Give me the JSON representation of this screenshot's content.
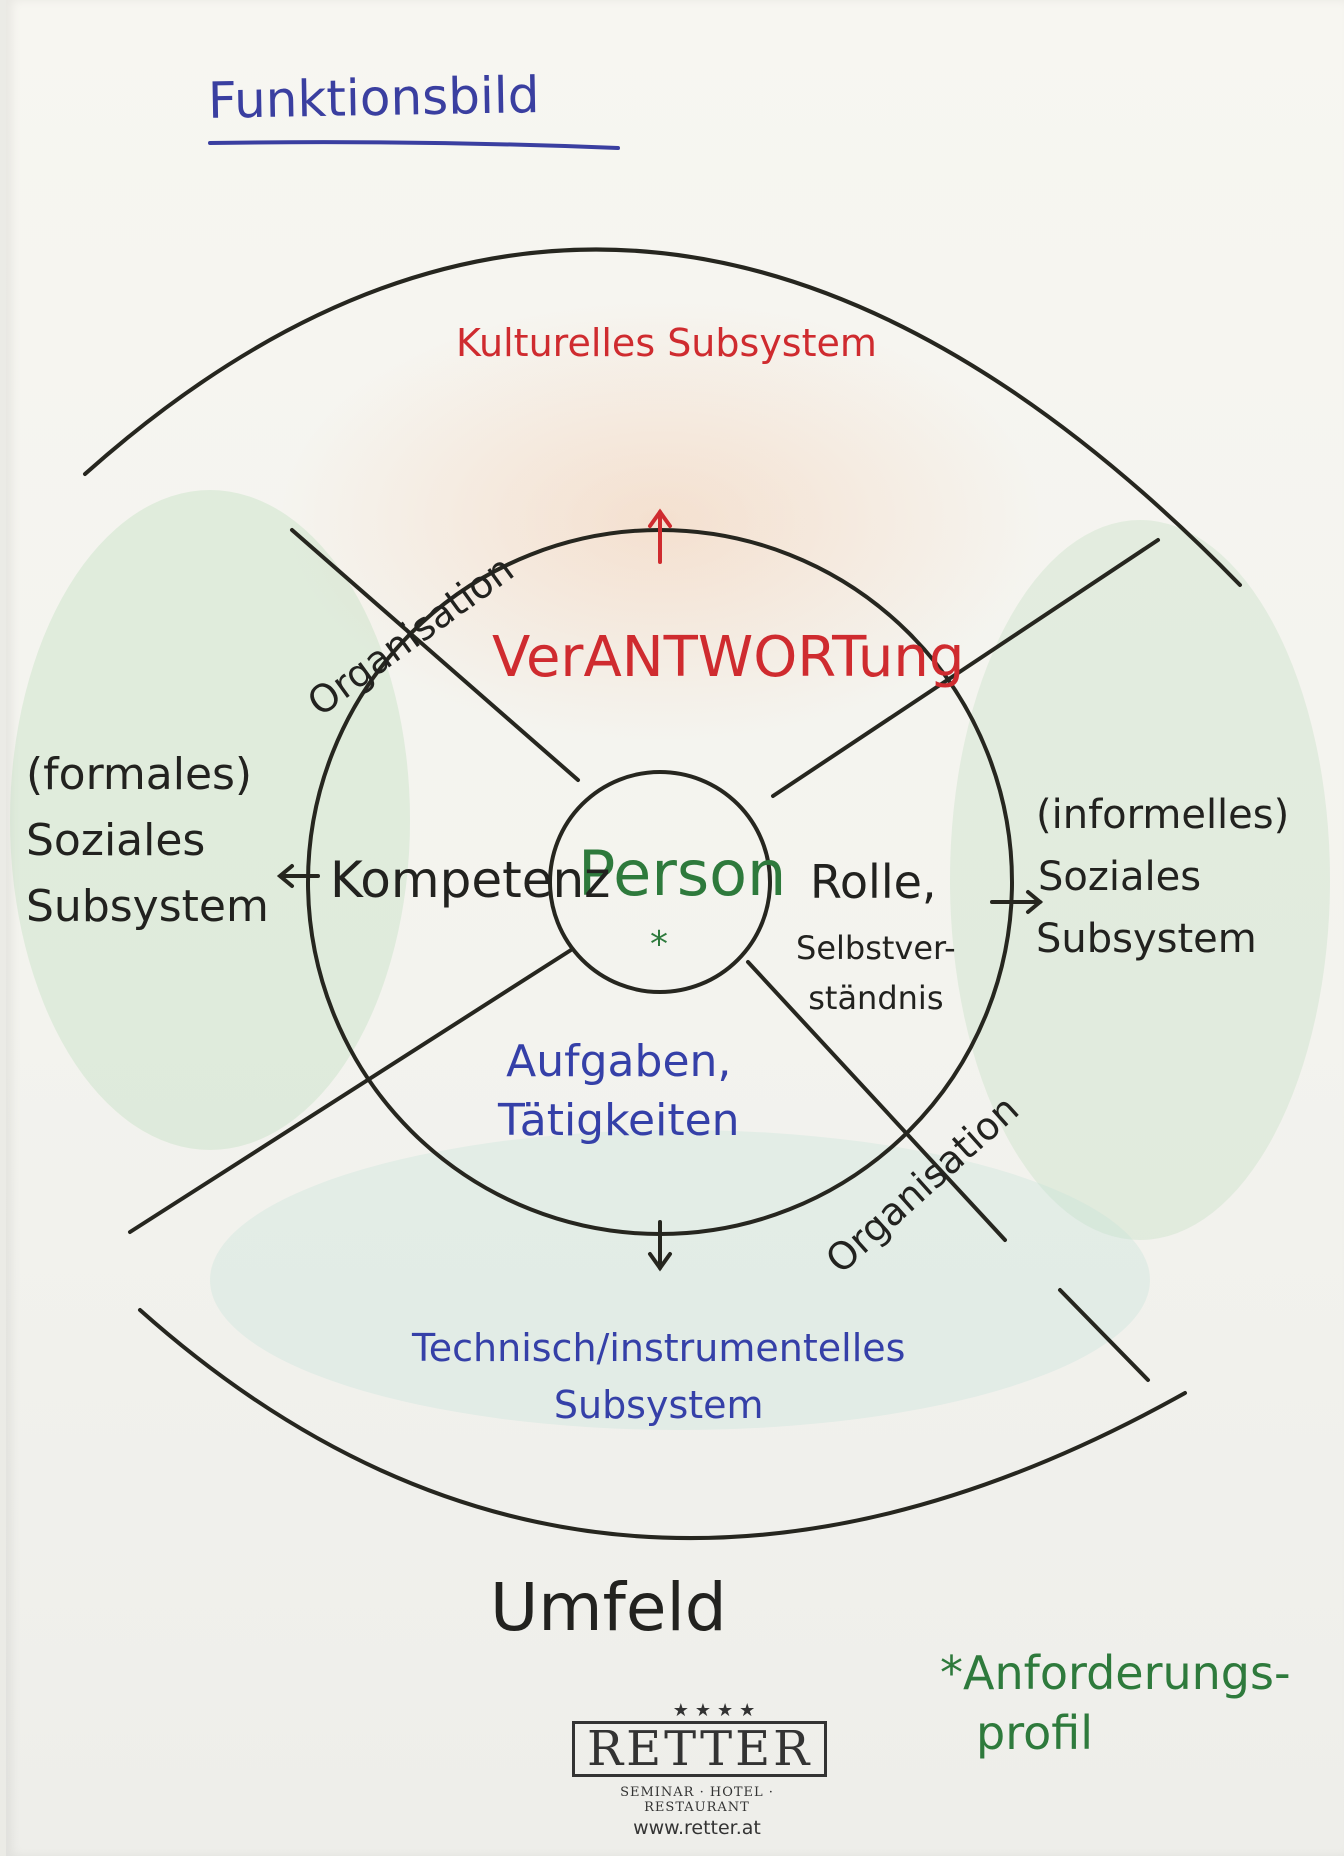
{
  "title": "Funktionsbild",
  "colors": {
    "ink_black": "#22221f",
    "ink_red": "#cf2b2f",
    "ink_green": "#2e7a3c",
    "ink_blue": "#3540a8",
    "title_blue": "#3a3fa0"
  },
  "labels": {
    "kulturelles": "Kulturelles Subsystem",
    "verantwortung": "VerANTWORTung",
    "person": "Person",
    "asterisk": "*",
    "kompetenz": "Kompetenz",
    "rolle": "Rolle,",
    "selbstverstaendnis_1": "Selbstver-",
    "selbstverstaendnis_2": "ständnis",
    "aufgaben_1": "Aufgaben,",
    "aufgaben_2": "Tätigkeiten",
    "technisch_1": "Technisch/instrumentelles",
    "technisch_2": "Subsystem",
    "formal_1": "(formales)",
    "formal_2": "Soziales",
    "formal_3": "Subsystem",
    "informell_1": "(informelles)",
    "informell_2": "Soziales",
    "informell_3": "Subsystem",
    "organisation_top": "Organisation",
    "organisation_bottom": "Organisation",
    "umfeld": "Umfeld",
    "anforderung_1": "*Anforderungs-",
    "anforderung_2": "profil"
  },
  "logo": {
    "stars": "★★★★",
    "brand": "RETTER",
    "subtitle": "SEMINAR · HOTEL · RESTAURANT",
    "url": "www.retter.at"
  }
}
